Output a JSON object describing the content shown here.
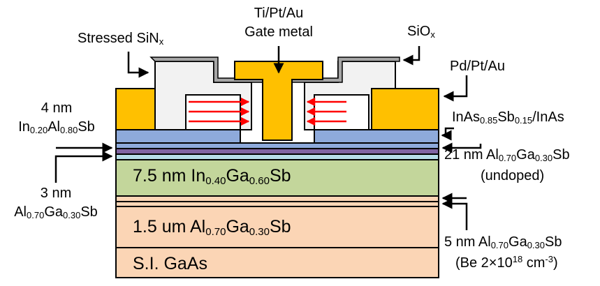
{
  "colors": {
    "gold": "#ffc000",
    "blue_layer": "#8eaadb",
    "purple_layer": "#8064a2",
    "cyan_layer": "#b7dde8",
    "green_layer": "#c3d69b",
    "peach_layer": "#fbd5b5",
    "nitride_fill": "#f2f2f2",
    "sio_gray": "#a6a6a6",
    "arrow_red": "#ff0000"
  },
  "labels": {
    "gate_metal_1": "Ti/Pt/Au",
    "gate_metal_2": "Gate metal",
    "stressed_sin": {
      "a": "Stressed SiN",
      "b": "x"
    },
    "siox": {
      "a": "SiO",
      "b": "x"
    },
    "pd_pt_au": "Pd/Pt/Au",
    "inas_cap": {
      "a": "InAs",
      "b": "0.85",
      "c": "Sb",
      "d": "0.15",
      "e": "/InAs"
    },
    "inalsb_4nm": {
      "line1": "4 nm",
      "a": "In",
      "b": "0.20",
      "c": "Al",
      "d": "0.80",
      "e": "Sb"
    },
    "algasb_21nm": {
      "a": "21 nm Al",
      "b": "0.70",
      "c": "Ga",
      "d": "0.30",
      "e": "Sb"
    },
    "undoped": "(undoped)",
    "ingasb_channel": {
      "a": "7.5 nm In",
      "b": "0.40",
      "c": "Ga",
      "d": "0.60",
      "e": "Sb"
    },
    "algasb_3nm": {
      "line1": "3 nm",
      "a": "Al",
      "b": "0.70",
      "c": "Ga",
      "d": "0.30",
      "e": "Sb"
    },
    "buffer": {
      "a": "1.5 um Al",
      "b": "0.70",
      "c": "Ga",
      "d": "0.30",
      "e": "Sb"
    },
    "algasb_5nm": {
      "a": "5 nm Al",
      "b": "0.70",
      "c": "Ga",
      "d": "0.30",
      "e": "Sb"
    },
    "doping": {
      "a": "(Be 2×10",
      "b": "18",
      "c": " cm",
      "d": "-3",
      "e": ")"
    },
    "substrate": "S.I. GaAs"
  }
}
